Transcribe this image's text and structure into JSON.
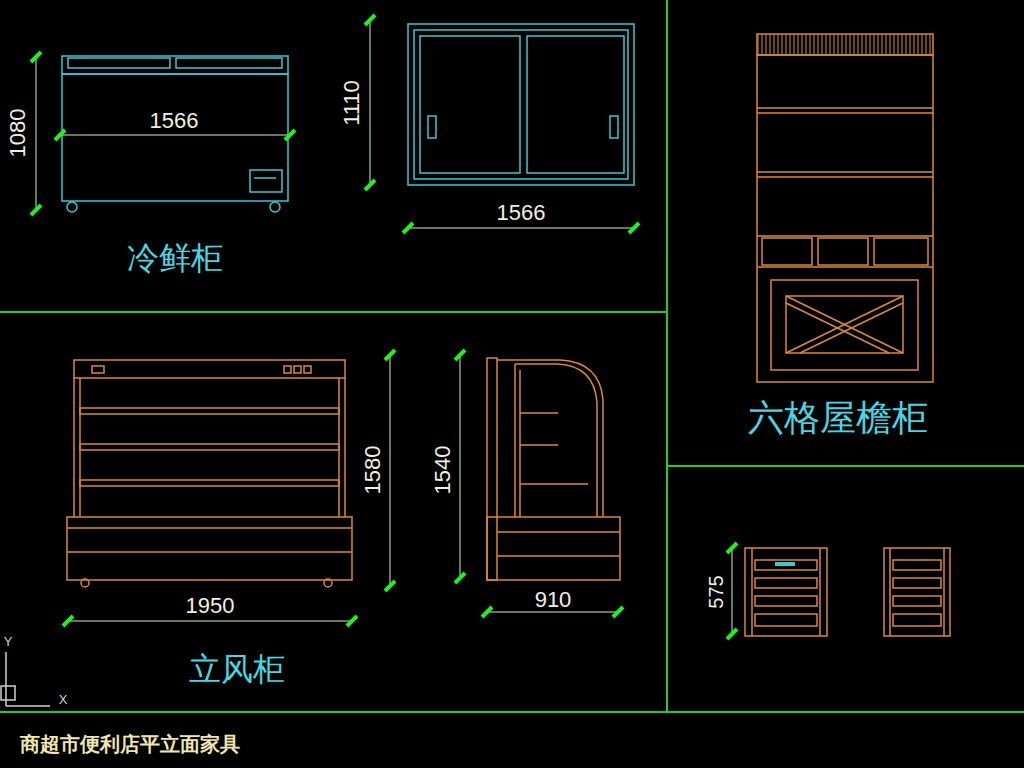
{
  "diagram": {
    "caption": "商超市便利店平立面家具",
    "labels": [
      "1080",
      "1566",
      "1110",
      "1566",
      "冷鲜柜",
      "1580",
      "1540",
      "1950",
      "910",
      "立风柜",
      "六格屋檐柜",
      "575",
      "Y",
      "X"
    ]
  }
}
